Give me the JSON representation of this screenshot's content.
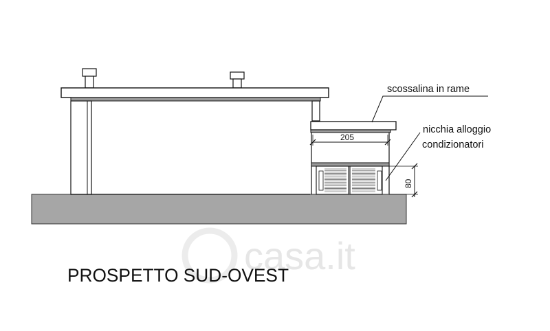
{
  "drawing": {
    "title": "PROSPETTO SUD-OVEST",
    "annotations": {
      "copper_flashing": "scossalina in rame",
      "ac_niche_line1": "nicchia alloggio",
      "ac_niche_line2": "condizionatori"
    },
    "dimensions": {
      "width": "205",
      "height": "80"
    },
    "watermark": "casa.it",
    "colors": {
      "ground": "#a6a6a6",
      "line": "#111111",
      "fascia": "#9a9a9a"
    }
  }
}
